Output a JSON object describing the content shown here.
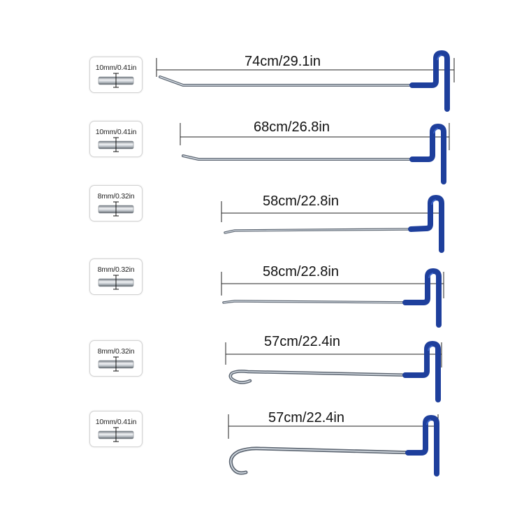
{
  "rods": [
    {
      "diameter": "10mm/0.41in",
      "length": "74cm/29.1in",
      "tip": "angled"
    },
    {
      "diameter": "10mm/0.41in",
      "length": "68cm/26.8in",
      "tip": "angled"
    },
    {
      "diameter": "8mm/0.32in",
      "length": "58cm/22.8in",
      "tip": "pointed"
    },
    {
      "diameter": "8mm/0.32in",
      "length": "58cm/22.8in",
      "tip": "pointed"
    },
    {
      "diameter": "8mm/0.32in",
      "length": "57cm/22.4in",
      "tip": "hook"
    },
    {
      "diameter": "10mm/0.41in",
      "length": "57cm/22.4in",
      "tip": "hook"
    }
  ],
  "colors": {
    "handle": "#1e3f9c",
    "handle_highlight": "#3a63c8",
    "rod_light": "#c9d0d8",
    "rod_dark": "#5d6672",
    "dimension_line": "#222222"
  },
  "icons": [
    "rod-cross-section-icon",
    "hook-handle-icon"
  ]
}
